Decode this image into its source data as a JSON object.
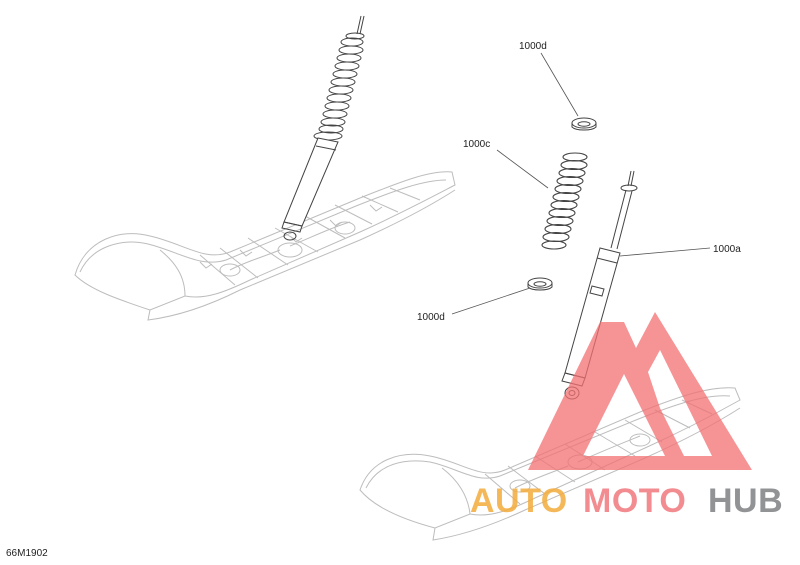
{
  "callouts": {
    "spring_seat_top": "1000d",
    "spring": "1000c",
    "shock": "1000a",
    "spring_seat_bottom": "1000d"
  },
  "figure_code": "66M1902",
  "watermark": {
    "auto": "AUTO",
    "moto": "MOTO",
    "hub": "HUB",
    "colors": {
      "auto": "#f3ac3b",
      "moto": "#f0787c",
      "hub": "#7e8083",
      "logo": "#f16f72"
    }
  }
}
